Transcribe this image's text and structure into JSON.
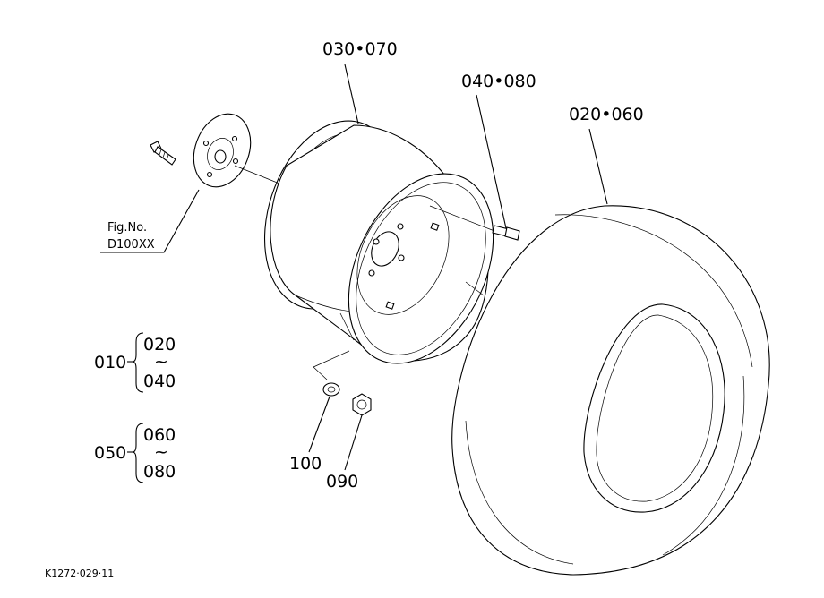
{
  "labels": {
    "rim_part": "030•070",
    "valve_part": "040•080",
    "tire_part": "020•060",
    "fig_no": "Fig.No.",
    "fig_ref": "D100XX",
    "group1_main": "010",
    "group1_from": "020",
    "group1_to": "040",
    "group2_main": "050",
    "group2_from": "060",
    "group2_to": "080",
    "washer_part": "100",
    "nut_part": "090",
    "tilde": "~",
    "drawing_code": "K1272·029·11"
  }
}
